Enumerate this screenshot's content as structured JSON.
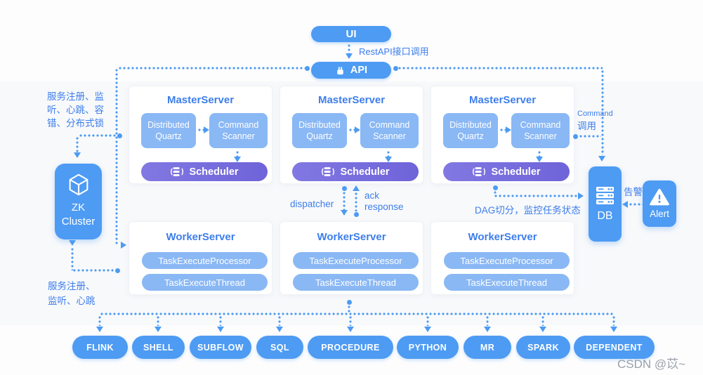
{
  "colors": {
    "blue": "#4d9bf3",
    "light_blue": "#8ab8f5",
    "purple": "#7569dd",
    "label_blue": "#3d7eeb",
    "watermark_gray": "#9aa1a9"
  },
  "top": {
    "ui": "UI",
    "rest_label": "RestAPI接口调用",
    "api": "API"
  },
  "icons": {
    "api": "plug-icon",
    "scheduler": "task-list-icon",
    "zk": "cube-icon",
    "db": "server-stack-icon",
    "alert": "warning-triangle-icon"
  },
  "master_server": {
    "title": "MasterServer",
    "quartz": "Distributed Quartz",
    "scanner": "Command Scanner",
    "scheduler": "Scheduler"
  },
  "worker_server": {
    "title": "WorkerServer",
    "processor": "TaskExecuteProcessor",
    "thread": "TaskExecuteThread"
  },
  "zk": {
    "name": "ZK\nCluster"
  },
  "db": {
    "name": "DB"
  },
  "alert": {
    "name": "Alert"
  },
  "annotations": {
    "zk_top": "服务注册、监\n听、心跳、容\n错、分布式锁",
    "zk_bottom": "服务注册、\n监听、心跳",
    "dispatcher": "dispatcher",
    "ack": "ack\nresponse",
    "dag": "DAG切分，监控任务状态",
    "command_en": "Command",
    "command_zh": "调用",
    "alarm": "告警"
  },
  "task_types": [
    "FLINK",
    "SHELL",
    "SUBFLOW",
    "SQL",
    "PROCEDURE",
    "PYTHON",
    "MR",
    "SPARK",
    "DEPENDENT"
  ],
  "watermark": "CSDN @苡~"
}
